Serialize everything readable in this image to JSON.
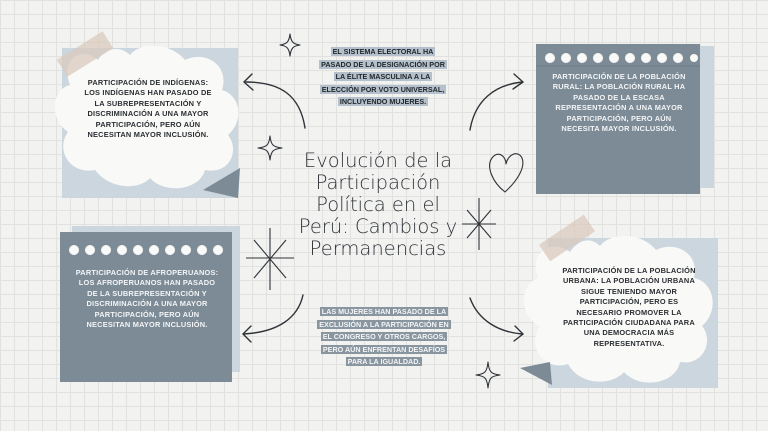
{
  "title_lines": [
    "Evolución de la",
    "Participación",
    "Política en el",
    "Perú: Cambios y",
    "Permanencias"
  ],
  "top_center": "El sistema electoral ha pasado de la designación por la élite masculina a la elección por voto universal, incluyendo mujeres.",
  "bottom_center": "Las mujeres han pasado de la exclusión a la participación en el Congreso y otros cargos, pero aún enfrentan desafíos para la igualdad.",
  "notes": {
    "indigenous": "Participación de indígenas: Los indígenas han pasado de la subrepresentación y discriminación a una mayor participación, pero aún necesitan mayor inclusión.",
    "rural": "Participación de la población rural: La población rural ha pasado de la escasa representación a una mayor participación, pero aún necesita mayor inclusión.",
    "afro": "Participación de afroperuanos: Los afroperuanos han pasado de la subrepresentación y discriminación a una mayor participación, pero aún necesitan mayor inclusión.",
    "urban": "Participación de la población urbana: La población urbana sigue teniendo mayor participación, pero es necesario promover la participación ciudadana para una democracia más representativa."
  },
  "colors": {
    "background": "#f2f2f1",
    "slate": "#7c8b96",
    "light_blue": "#c9d5de",
    "cloud_white": "#f9f9f7",
    "ink": "#2f3338"
  }
}
